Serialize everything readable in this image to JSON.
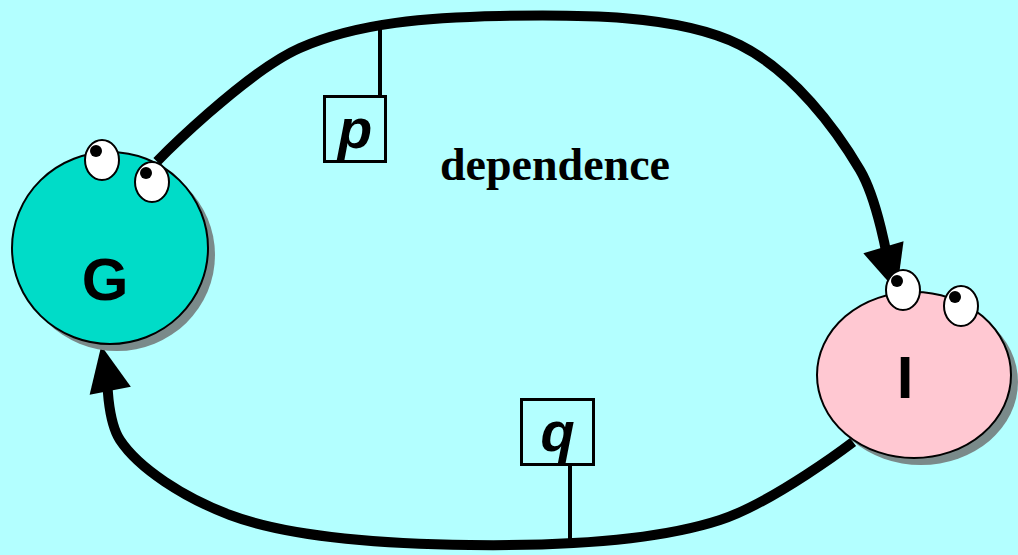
{
  "diagram": {
    "nodes": [
      {
        "text": [
          "G"
        ]
      },
      {
        "text": [
          "I"
        ]
      }
    ],
    "edges": [
      {
        "from": 0,
        "to": 1,
        "arrow": "to",
        "label": "p"
      },
      {
        "from": 1,
        "to": 0,
        "arrow": "to",
        "label": "q"
      }
    ],
    "labels": [
      "dependence"
    ]
  }
}
